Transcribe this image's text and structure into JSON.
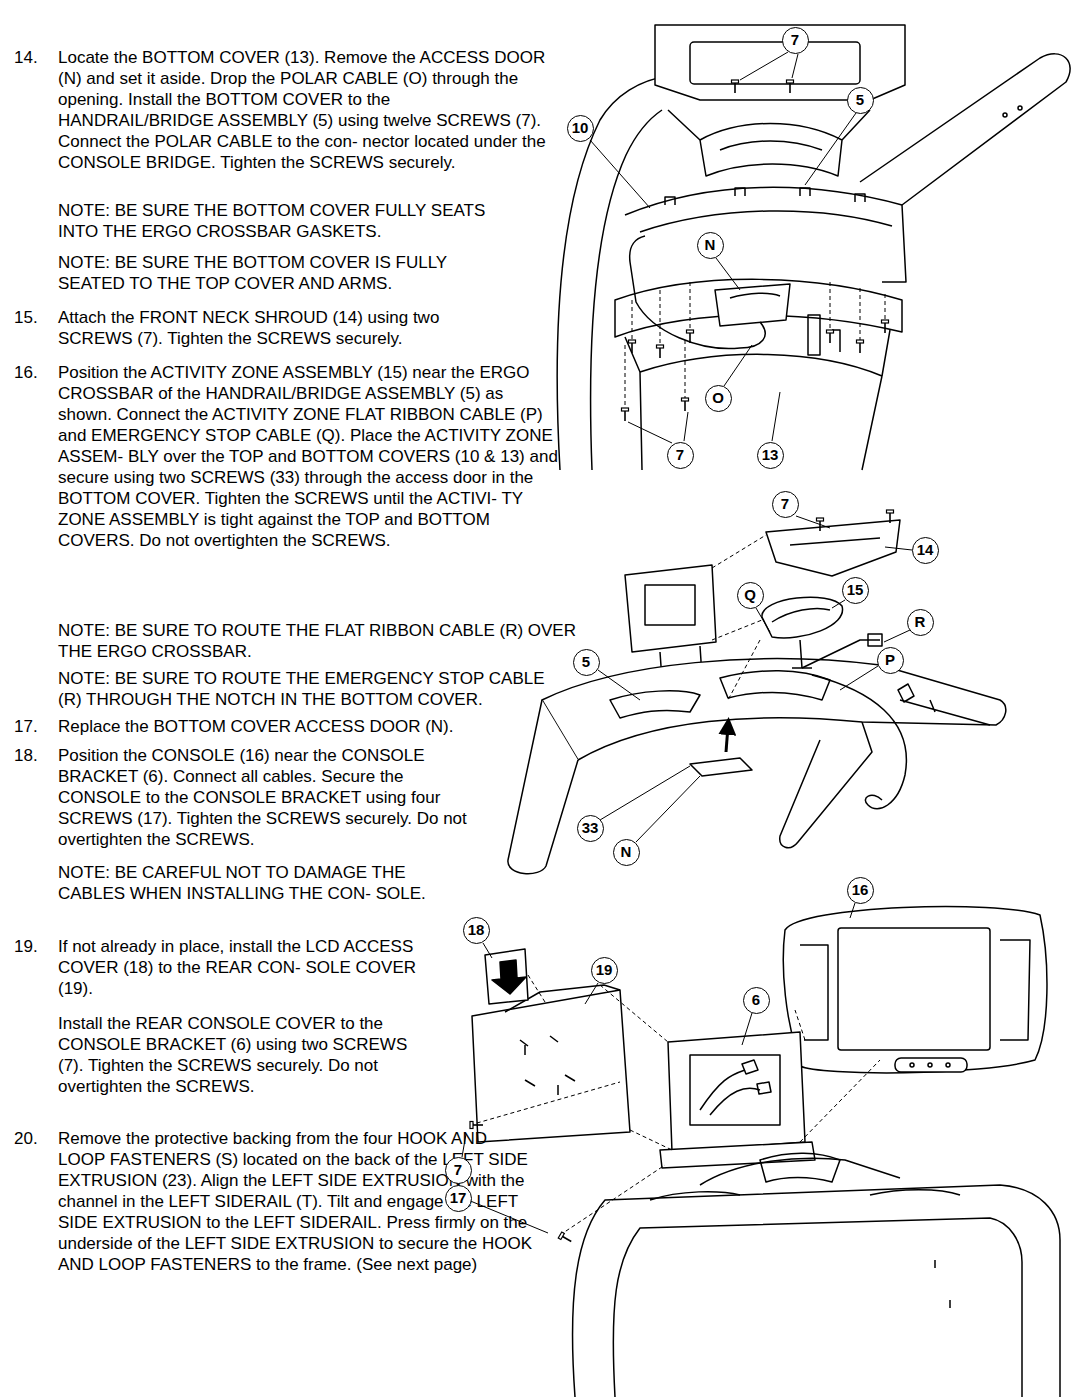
{
  "diagram": {
    "labels": [
      "14.",
      "Locate the BOTTOM COVER (13). Remove the ACCESS DOOR (N) and set it aside. Drop the POLAR CABLE (O) through the opening. Install the BOTTOM COVER to the HANDRAIL/BRIDGE ASSEMBLY (5) using twelve SCREWS (7). Connect the POLAR CABLE to the con- nector located under the CONSOLE BRIDGE. Tighten the SCREWS securely.",
      "NOTE: BE SURE THE BOTTOM COVER FULLY SEATS INTO THE ERGO CROSSBAR GASKETS.",
      "NOTE: BE SURE THE BOTTOM COVER IS FULLY SEATED TO THE TOP COVER AND ARMS.",
      "15.",
      "Attach the FRONT NECK SHROUD (14) using two SCREWS (7). Tighten the SCREWS securely.",
      "16.",
      "Position the ACTIVITY ZONE ASSEMBLY (15) near the ERGO CROSSBAR of the HANDRAIL/BRIDGE ASSEMBLY (5) as shown. Connect the ACTIVITY ZONE FLAT RIBBON CABLE (P) and EMERGENCY STOP CABLE (Q). Place the ACTIVITY ZONE ASSEM- BLY over the TOP and BOTTOM COVERS (10 & 13) and secure using two SCREWS (33) through the access door in the BOTTOM COVER. Tighten the SCREWS until the ACTIVI- TY ZONE ASSEMBLY is tight against the TOP and BOTTOM COVERS. Do not overtighten the SCREWS.",
      "NOTE: BE SURE TO ROUTE THE FLAT RIBBON CABLE (R) OVER THE ERGO CROSSBAR.",
      "NOTE: BE SURE TO ROUTE THE EMERGENCY STOP CABLE (R) THROUGH THE NOTCH IN THE BOTTOM COVER.",
      "17.",
      "Replace the BOTTOM COVER ACCESS DOOR (N).",
      "18.",
      "Position the CONSOLE (16) near the CONSOLE BRACKET (6). Connect all cables. Secure the CONSOLE to the CONSOLE BRACKET using four SCREWS (17). Tighten the SCREWS securely. Do not overtighten the SCREWS.",
      "NOTE: BE CAREFUL NOT TO DAMAGE THE CABLES WHEN INSTALLING THE CON- SOLE.",
      "19.",
      "If not already in place, install the LCD ACCESS COVER (18) to the REAR CON- SOLE COVER (19).",
      "Install the REAR CONSOLE COVER to the CONSOLE BRACKET (6) using two SCREWS (7). Tighten the SCREWS securely. Do not overtighten the SCREWS.",
      "20.",
      "Remove the protective backing from the four HOOK AND LOOP FASTENERS (S) located on the back of the LEFT SIDE EXTRUSION (23). Align the LEFT SIDE EXTRUSION with the channel in the LEFT SIDERAIL (T). Tilt and engage the LEFT SIDE EXTRUSION to the LEFT SIDERAIL. Press firmly on the underside of the LEFT SIDE EXTRUSION to secure the HOOK AND LOOP FASTENERS to the frame. (See next page)",
      "7",
      "5",
      "10",
      "N",
      "O",
      "7",
      "13",
      "7",
      "14",
      "Q",
      "15",
      "R",
      "5",
      "P",
      "33",
      "N",
      "16",
      "18",
      "19",
      "6",
      "7",
      "17"
    ]
  }
}
